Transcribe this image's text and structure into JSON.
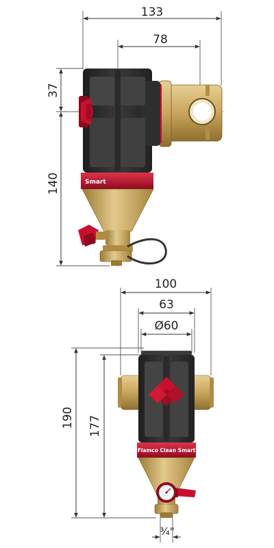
{
  "colors": {
    "brass": "#c9a55c",
    "brass_dark": "#9b7a35",
    "brass_light": "#e3c98c",
    "body_dark": "#2b2b2b",
    "body_mid": "#3c3c3c",
    "red": "#c8102e",
    "red_dark": "#8e0a20",
    "line": "#333333"
  },
  "top_view": {
    "brand_label": "Smart",
    "dimensions": {
      "overall_width": "133",
      "center_to_end": "78",
      "top_to_center": "37",
      "center_to_bottom": "140"
    }
  },
  "bottom_view": {
    "brand_label": "Flamco Clean Smart",
    "dimensions": {
      "outer_width": "100",
      "body_width": "63",
      "diameter": "Ø60",
      "total_height": "190",
      "body_height": "177",
      "drain_size": "¾\""
    }
  }
}
